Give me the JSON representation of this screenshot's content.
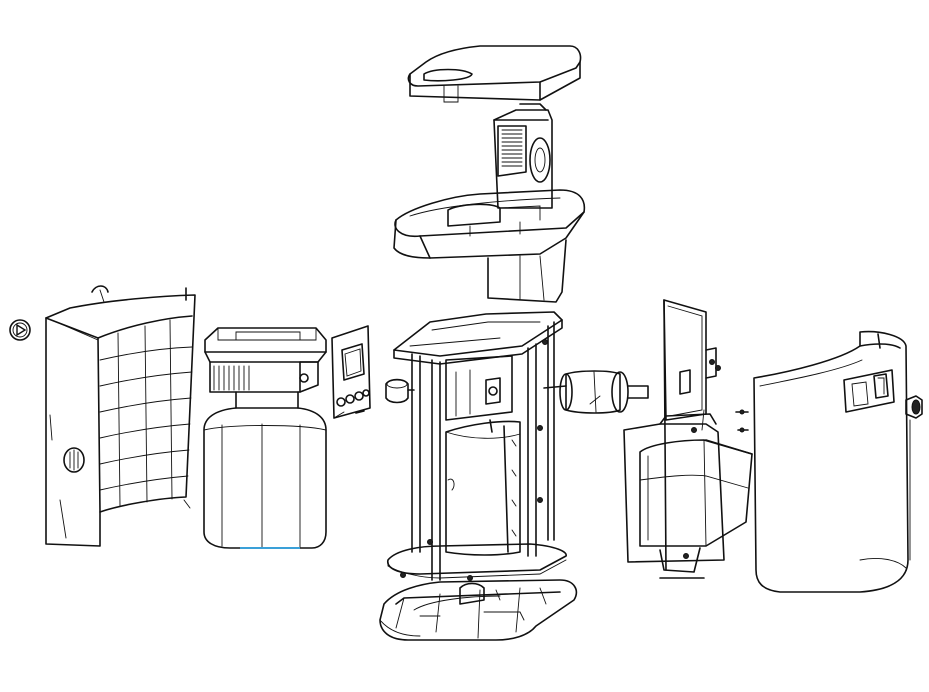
{
  "diagram": {
    "type": "exploded-view line drawing",
    "colors": {
      "line": "#111111",
      "background": "#ffffff",
      "accent": "#3aa0d8"
    },
    "parts": [
      {
        "id": "power-button-cap",
        "icon": "play-button-icon"
      },
      {
        "id": "left-side-cover"
      },
      {
        "id": "water-tank-with-cap"
      },
      {
        "id": "control-panel-display"
      },
      {
        "id": "top-lid"
      },
      {
        "id": "blower-fan"
      },
      {
        "id": "top-housing"
      },
      {
        "id": "central-frame-chassis"
      },
      {
        "id": "motor-cylinder"
      },
      {
        "id": "circuit-board"
      },
      {
        "id": "heater-module"
      },
      {
        "id": "right-side-cover"
      },
      {
        "id": "base-tray"
      }
    ]
  }
}
